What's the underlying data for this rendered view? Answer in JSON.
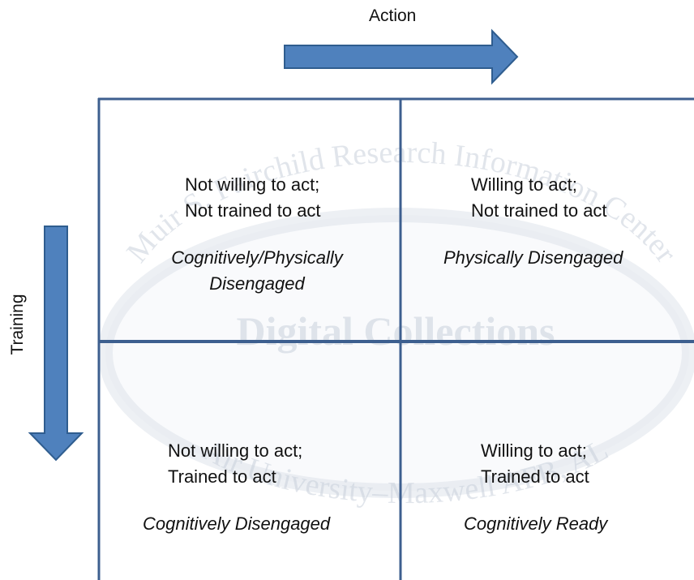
{
  "watermark": {
    "top_arc": "Muir S. Fairchild Research Information Center",
    "main": "Digital Collections",
    "bottom_arc": "Air University–Maxwell AFB, AL"
  },
  "axes": {
    "horizontal": {
      "label": "Action",
      "arrow_icon": "arrow-right-icon"
    },
    "vertical": {
      "label": "Training",
      "arrow_icon": "arrow-down-icon"
    }
  },
  "colors": {
    "arrow_fill": "#4f81bd",
    "arrow_stroke": "#2f5d8f",
    "grid_line": "#3d5f8f",
    "watermark": "#c9d1dc"
  },
  "quadrants": {
    "top_left": {
      "line1": "Not willing to act;",
      "line2": "Not trained to act",
      "desc_line1": "Cognitively/Physically",
      "desc_line2": "Disengaged"
    },
    "top_right": {
      "line1": "Willing to act;",
      "line2": "Not trained to act",
      "desc_line1": "Physically Disengaged"
    },
    "bottom_left": {
      "line1": "Not willing to act;",
      "line2": "Trained to act",
      "desc_line1": "Cognitively Disengaged"
    },
    "bottom_right": {
      "line1": "Willing to act;",
      "line2": "Trained to act",
      "desc_line1": "Cognitively Ready"
    }
  }
}
